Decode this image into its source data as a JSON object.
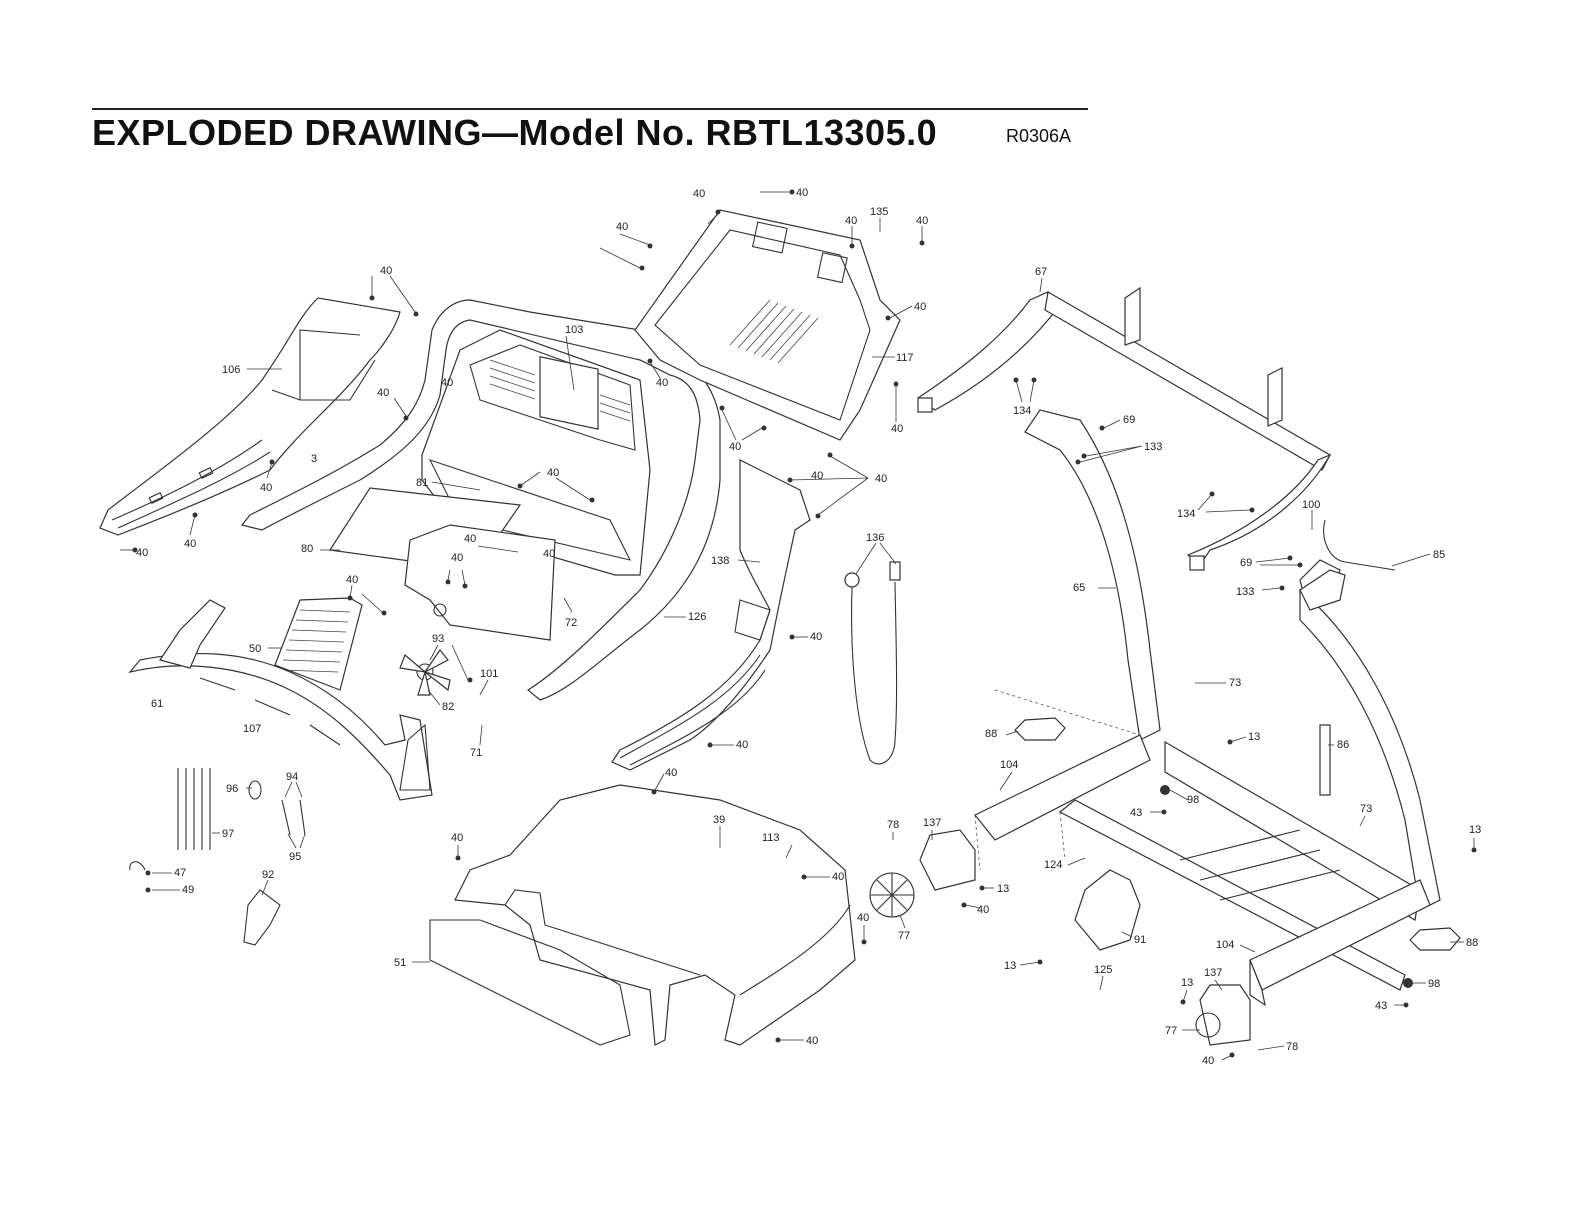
{
  "header": {
    "title": "EXPLODED DRAWING—Model No. RBTL13305.0",
    "code": "R0306A"
  },
  "labels": [
    {
      "id": "p40a",
      "text": "40"
    },
    {
      "id": "p40b",
      "text": "40"
    },
    {
      "id": "p40c",
      "text": "40"
    },
    {
      "id": "p40d",
      "text": "40"
    },
    {
      "id": "p40e",
      "text": "40"
    },
    {
      "id": "p40f",
      "text": "40"
    },
    {
      "id": "p135",
      "text": "135"
    },
    {
      "id": "p40g",
      "text": "40"
    },
    {
      "id": "p40h",
      "text": "40"
    },
    {
      "id": "p117",
      "text": "117"
    },
    {
      "id": "p40i",
      "text": "40"
    },
    {
      "id": "p40j",
      "text": "40"
    },
    {
      "id": "p40k",
      "text": "40"
    },
    {
      "id": "p103",
      "text": "103"
    },
    {
      "id": "p40l",
      "text": "40"
    },
    {
      "id": "p106",
      "text": "106"
    },
    {
      "id": "p40m",
      "text": "40"
    },
    {
      "id": "p40n",
      "text": "40"
    },
    {
      "id": "p3",
      "text": "3"
    },
    {
      "id": "p40o",
      "text": "40"
    },
    {
      "id": "p40p",
      "text": "40"
    },
    {
      "id": "p81",
      "text": "81"
    },
    {
      "id": "p40q",
      "text": "40"
    },
    {
      "id": "p40r",
      "text": "40"
    },
    {
      "id": "p40s",
      "text": "40"
    },
    {
      "id": "p80",
      "text": "80"
    },
    {
      "id": "p40t",
      "text": "40"
    },
    {
      "id": "p40u",
      "text": "40"
    },
    {
      "id": "p40v",
      "text": "40"
    },
    {
      "id": "p138",
      "text": "138"
    },
    {
      "id": "p136",
      "text": "136"
    },
    {
      "id": "p72",
      "text": "72"
    },
    {
      "id": "p126",
      "text": "126"
    },
    {
      "id": "p50",
      "text": "50"
    },
    {
      "id": "p93",
      "text": "93"
    },
    {
      "id": "p40w",
      "text": "40"
    },
    {
      "id": "p101",
      "text": "101"
    },
    {
      "id": "p82",
      "text": "82"
    },
    {
      "id": "p61",
      "text": "61"
    },
    {
      "id": "p107",
      "text": "107"
    },
    {
      "id": "p71",
      "text": "71"
    },
    {
      "id": "p40x",
      "text": "40"
    },
    {
      "id": "p40y",
      "text": "40"
    },
    {
      "id": "p96",
      "text": "96"
    },
    {
      "id": "p94",
      "text": "94"
    },
    {
      "id": "p97",
      "text": "97"
    },
    {
      "id": "p95",
      "text": "95"
    },
    {
      "id": "p47",
      "text": "47"
    },
    {
      "id": "p49",
      "text": "49"
    },
    {
      "id": "p92",
      "text": "92"
    },
    {
      "id": "p40z",
      "text": "40"
    },
    {
      "id": "p39",
      "text": "39"
    },
    {
      "id": "p113",
      "text": "113"
    },
    {
      "id": "p40aa",
      "text": "40"
    },
    {
      "id": "p40ab",
      "text": "40"
    },
    {
      "id": "p51",
      "text": "51"
    },
    {
      "id": "p40ac",
      "text": "40"
    },
    {
      "id": "p67",
      "text": "67"
    },
    {
      "id": "p134a",
      "text": "134"
    },
    {
      "id": "p69a",
      "text": "69"
    },
    {
      "id": "p133a",
      "text": "133"
    },
    {
      "id": "p134b",
      "text": "134"
    },
    {
      "id": "p100",
      "text": "100"
    },
    {
      "id": "p85",
      "text": "85"
    },
    {
      "id": "p69b",
      "text": "69"
    },
    {
      "id": "p133b",
      "text": "133"
    },
    {
      "id": "p65",
      "text": "65"
    },
    {
      "id": "p73a",
      "text": "73"
    },
    {
      "id": "p88a",
      "text": "88"
    },
    {
      "id": "p13a",
      "text": "13"
    },
    {
      "id": "p86",
      "text": "86"
    },
    {
      "id": "p104a",
      "text": "104"
    },
    {
      "id": "p98a",
      "text": "98"
    },
    {
      "id": "p43a",
      "text": "43"
    },
    {
      "id": "p73b",
      "text": "73"
    },
    {
      "id": "p13b",
      "text": "13"
    },
    {
      "id": "p78a",
      "text": "78"
    },
    {
      "id": "p137a",
      "text": "137"
    },
    {
      "id": "p124",
      "text": "124"
    },
    {
      "id": "p13c",
      "text": "13"
    },
    {
      "id": "p40ad",
      "text": "40"
    },
    {
      "id": "p77a",
      "text": "77"
    },
    {
      "id": "p91",
      "text": "91"
    },
    {
      "id": "p104b",
      "text": "104"
    },
    {
      "id": "p88b",
      "text": "88"
    },
    {
      "id": "p13d",
      "text": "13"
    },
    {
      "id": "p125",
      "text": "125"
    },
    {
      "id": "p13e",
      "text": "13"
    },
    {
      "id": "p137b",
      "text": "137"
    },
    {
      "id": "p98b",
      "text": "98"
    },
    {
      "id": "p43b",
      "text": "43"
    },
    {
      "id": "p77b",
      "text": "77"
    },
    {
      "id": "p40ae",
      "text": "40"
    },
    {
      "id": "p78b",
      "text": "78"
    }
  ]
}
